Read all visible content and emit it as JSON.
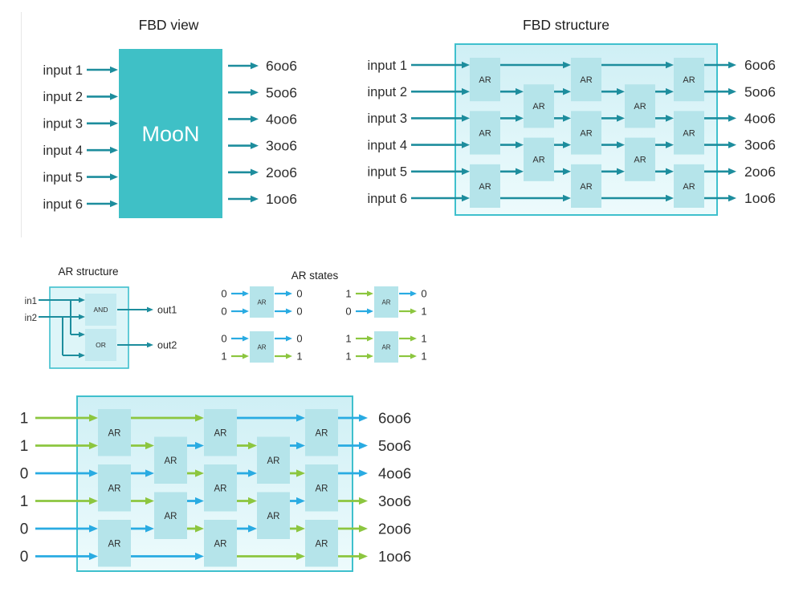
{
  "colors": {
    "arrow_teal": "#1d8d9d",
    "moon_fill": "#3fc0c6",
    "moon_text": "#ffffff",
    "panel_border": "#3fc0cd",
    "panel_fill_top": "#cfeff5",
    "panel_fill_bottom": "#edfbfc",
    "ar_fill": "#b5e4ea",
    "gate_fill": "#c3eaf0",
    "ar_panel_fill": "#ddf5f8",
    "value0_blue": "#29abe2",
    "value1_green": "#8cc63f",
    "text": "#2e2e2e"
  },
  "fbd_view": {
    "title": "FBD view",
    "block_label": "MooN",
    "inputs": [
      "input 1",
      "input 2",
      "input 3",
      "input 4",
      "input 5",
      "input 6"
    ],
    "outputs": [
      "6oo6",
      "5oo6",
      "4oo6",
      "3oo6",
      "2oo6",
      "1oo6"
    ]
  },
  "fbd_structure": {
    "title": "FBD structure",
    "ar_label": "AR",
    "inputs": [
      "input 1",
      "input 2",
      "input 3",
      "input 4",
      "input 5",
      "input 6"
    ],
    "outputs": [
      "6oo6",
      "5oo6",
      "4oo6",
      "3oo6",
      "2oo6",
      "1oo6"
    ]
  },
  "ar_structure": {
    "title": "AR structure",
    "inputs": [
      "in1",
      "in2"
    ],
    "gates": [
      "AND",
      "OR"
    ],
    "outputs": [
      "out1",
      "out2"
    ]
  },
  "ar_states": {
    "title": "AR states",
    "ar_label": "AR",
    "cases": [
      {
        "inputs": [
          0,
          0
        ],
        "outputs": [
          0,
          0
        ]
      },
      {
        "inputs": [
          1,
          0
        ],
        "outputs": [
          0,
          1
        ]
      },
      {
        "inputs": [
          0,
          1
        ],
        "outputs": [
          0,
          1
        ]
      },
      {
        "inputs": [
          1,
          1
        ],
        "outputs": [
          1,
          1
        ]
      }
    ]
  },
  "binary_network": {
    "ar_label": "AR",
    "input_values": [
      1,
      1,
      0,
      1,
      0,
      0
    ],
    "outputs": [
      "6oo6",
      "5oo6",
      "4oo6",
      "3oo6",
      "2oo6",
      "1oo6"
    ],
    "output_values": [
      0,
      0,
      0,
      1,
      1,
      1
    ],
    "wire_segments_by_line": [
      [
        1,
        1,
        0,
        0
      ],
      [
        1,
        1,
        0,
        1,
        0,
        0
      ],
      [
        0,
        0,
        1,
        0,
        1,
        0
      ],
      [
        1,
        1,
        0,
        1,
        0,
        1
      ],
      [
        0,
        0,
        1,
        0,
        1,
        1
      ],
      [
        0,
        0,
        1,
        1
      ]
    ]
  }
}
